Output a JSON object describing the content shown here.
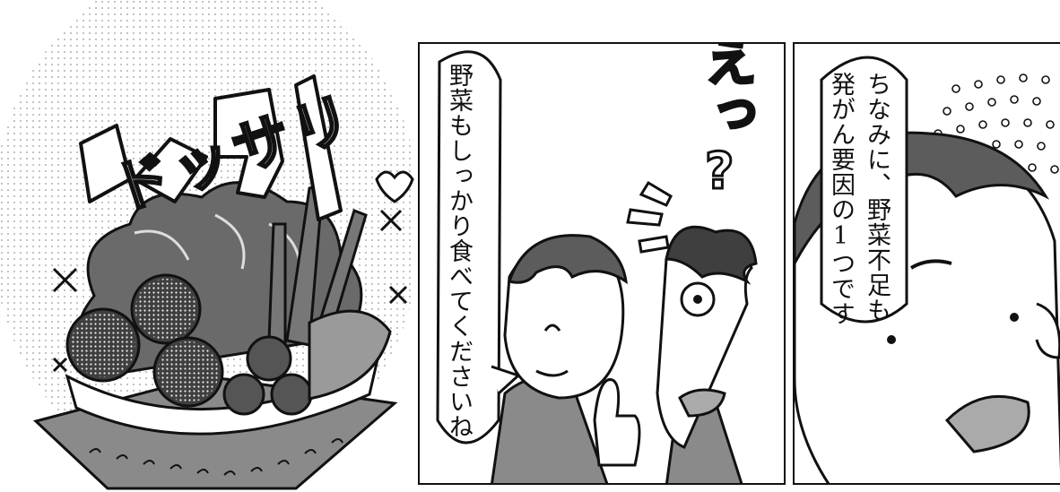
{
  "panels": [
    {
      "id": 1,
      "sfx": "ドッサリ"
    },
    {
      "id": 2,
      "sfx": [
        "えっ",
        "?"
      ],
      "speech": "野菜もしっかり食べてくださいね"
    },
    {
      "id": 3,
      "speech_lines": [
        "ちなみに、野菜不足も",
        "発がん要因の1つです"
      ]
    }
  ],
  "colors": {
    "ink": "#111111",
    "paper": "#ffffff",
    "dark_gray": "#5c5c5c",
    "mid_gray": "#8a8a8a",
    "light_gray": "#c8c8c8"
  }
}
